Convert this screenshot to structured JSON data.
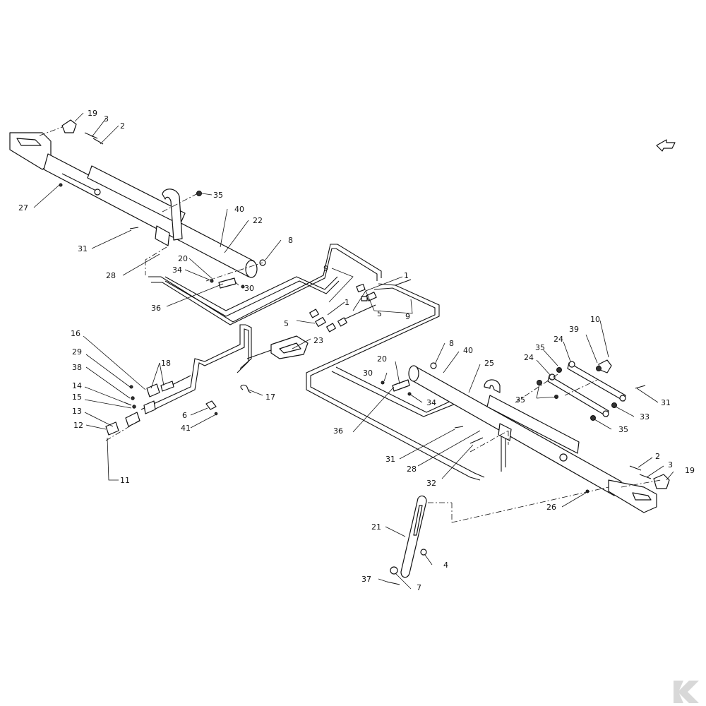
{
  "callouts": [
    {
      "id": "c-19a",
      "label": "19"
    },
    {
      "id": "c-3a",
      "label": "3"
    },
    {
      "id": "c-2a",
      "label": "2"
    },
    {
      "id": "c-27",
      "label": "27"
    },
    {
      "id": "c-35a",
      "label": "35"
    },
    {
      "id": "c-40a",
      "label": "40"
    },
    {
      "id": "c-22",
      "label": "22"
    },
    {
      "id": "c-8a",
      "label": "8"
    },
    {
      "id": "c-31a",
      "label": "31"
    },
    {
      "id": "c-28a",
      "label": "28"
    },
    {
      "id": "c-20a",
      "label": "20"
    },
    {
      "id": "c-34a",
      "label": "34"
    },
    {
      "id": "c-30a",
      "label": "30"
    },
    {
      "id": "c-36a",
      "label": "36"
    },
    {
      "id": "c-9a",
      "label": "9"
    },
    {
      "id": "c-1a",
      "label": "1"
    },
    {
      "id": "c-1b",
      "label": "1"
    },
    {
      "id": "c-5a",
      "label": "5"
    },
    {
      "id": "c-5b",
      "label": "5"
    },
    {
      "id": "c-9b",
      "label": "9"
    },
    {
      "id": "c-10",
      "label": "10"
    },
    {
      "id": "c-39",
      "label": "39"
    },
    {
      "id": "c-24a",
      "label": "24"
    },
    {
      "id": "c-35b",
      "label": "35"
    },
    {
      "id": "c-24b",
      "label": "24"
    },
    {
      "id": "c-16",
      "label": "16"
    },
    {
      "id": "c-18",
      "label": "18"
    },
    {
      "id": "c-23",
      "label": "23"
    },
    {
      "id": "c-29",
      "label": "29"
    },
    {
      "id": "c-38",
      "label": "38"
    },
    {
      "id": "c-14",
      "label": "14"
    },
    {
      "id": "c-15",
      "label": "15"
    },
    {
      "id": "c-13",
      "label": "13"
    },
    {
      "id": "c-12",
      "label": "12"
    },
    {
      "id": "c-11",
      "label": "11"
    },
    {
      "id": "c-17",
      "label": "17"
    },
    {
      "id": "c-6",
      "label": "6"
    },
    {
      "id": "c-41",
      "label": "41"
    },
    {
      "id": "c-8b",
      "label": "8"
    },
    {
      "id": "c-40b",
      "label": "40"
    },
    {
      "id": "c-20b",
      "label": "20"
    },
    {
      "id": "c-25",
      "label": "25"
    },
    {
      "id": "c-30b",
      "label": "30"
    },
    {
      "id": "c-34b",
      "label": "34"
    },
    {
      "id": "c-36b",
      "label": "36"
    },
    {
      "id": "c-35c",
      "label": "35"
    },
    {
      "id": "c-31b",
      "label": "31"
    },
    {
      "id": "c-33",
      "label": "33"
    },
    {
      "id": "c-35d",
      "label": "35"
    },
    {
      "id": "c-31c",
      "label": "31"
    },
    {
      "id": "c-28b",
      "label": "28"
    },
    {
      "id": "c-32",
      "label": "32"
    },
    {
      "id": "c-2b",
      "label": "2"
    },
    {
      "id": "c-3b",
      "label": "3"
    },
    {
      "id": "c-19b",
      "label": "19"
    },
    {
      "id": "c-26",
      "label": "26"
    },
    {
      "id": "c-21",
      "label": "21"
    },
    {
      "id": "c-4",
      "label": "4"
    },
    {
      "id": "c-37",
      "label": "37"
    },
    {
      "id": "c-7",
      "label": "7"
    }
  ],
  "icons": {
    "direction": "direction-arrow-icon",
    "brand": "brand-logo-icon"
  },
  "colors": {
    "line": "#111111",
    "background": "#ffffff",
    "watermark": "#d8d8d8"
  }
}
